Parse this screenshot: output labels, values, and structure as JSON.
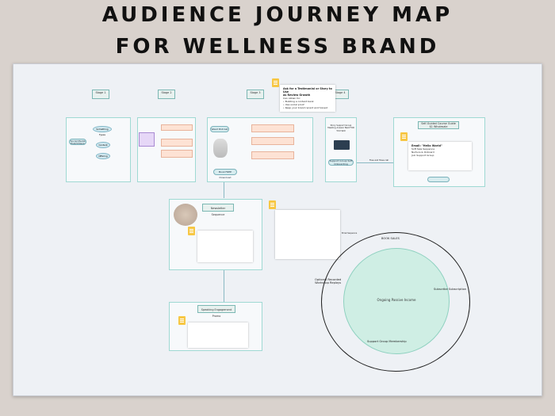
{
  "title": {
    "line1": "AUDIENCE JOURNEY MAP",
    "line2": "FOR WELLNESS BRAND"
  },
  "stages": {
    "headers": [
      "Stage 1",
      "Stage 2",
      "Stage 3",
      "Stage 4"
    ]
  },
  "callout_note": {
    "lines": [
      "Ask for a Testimonial or Story to Use",
      "as Review Growth",
      "Can obtain for:",
      "Building a content bank",
      "Use social proof",
      "Keep your brand recent and honest"
    ]
  },
  "frame1": {
    "oval_top": "Something Types",
    "oval_mid": "Content",
    "oval_bot": "Offering",
    "left_pill": "Social Media Post/Videos"
  },
  "frame3": {
    "top_pill": "Weed Podcast",
    "bottom_pill": "Book FREE Download"
  },
  "frame4": {
    "top_label": "Story Support Group Meeting Answer Best FOR YOU Skill",
    "bottom_pill": "Support Group Soft Onboarding"
  },
  "frame5": {
    "header": "Self-Guided Course Guide $1 Wholesale"
  },
  "email_note": {
    "lines": [
      "Email: \"Hello World\"",
      "Soft Sale Sequence",
      "Nurture & Onboard",
      "Join Support Group"
    ]
  },
  "newsletter": {
    "header": "Newsletter Sequence"
  },
  "onboarding": {
    "header": "Speaking Engagement Promo"
  },
  "cycle": {
    "center": "Ongoing Passive Income",
    "top": "BOOK SALES",
    "right": "Subscribe Subscription",
    "bottom": "Support Group Membership",
    "left_line1": "Optional Recorded",
    "left_line2": "Workshop Replays"
  },
  "connectors": {
    "free_gift": "Free and Have call",
    "email_label": "Email Sequence"
  }
}
